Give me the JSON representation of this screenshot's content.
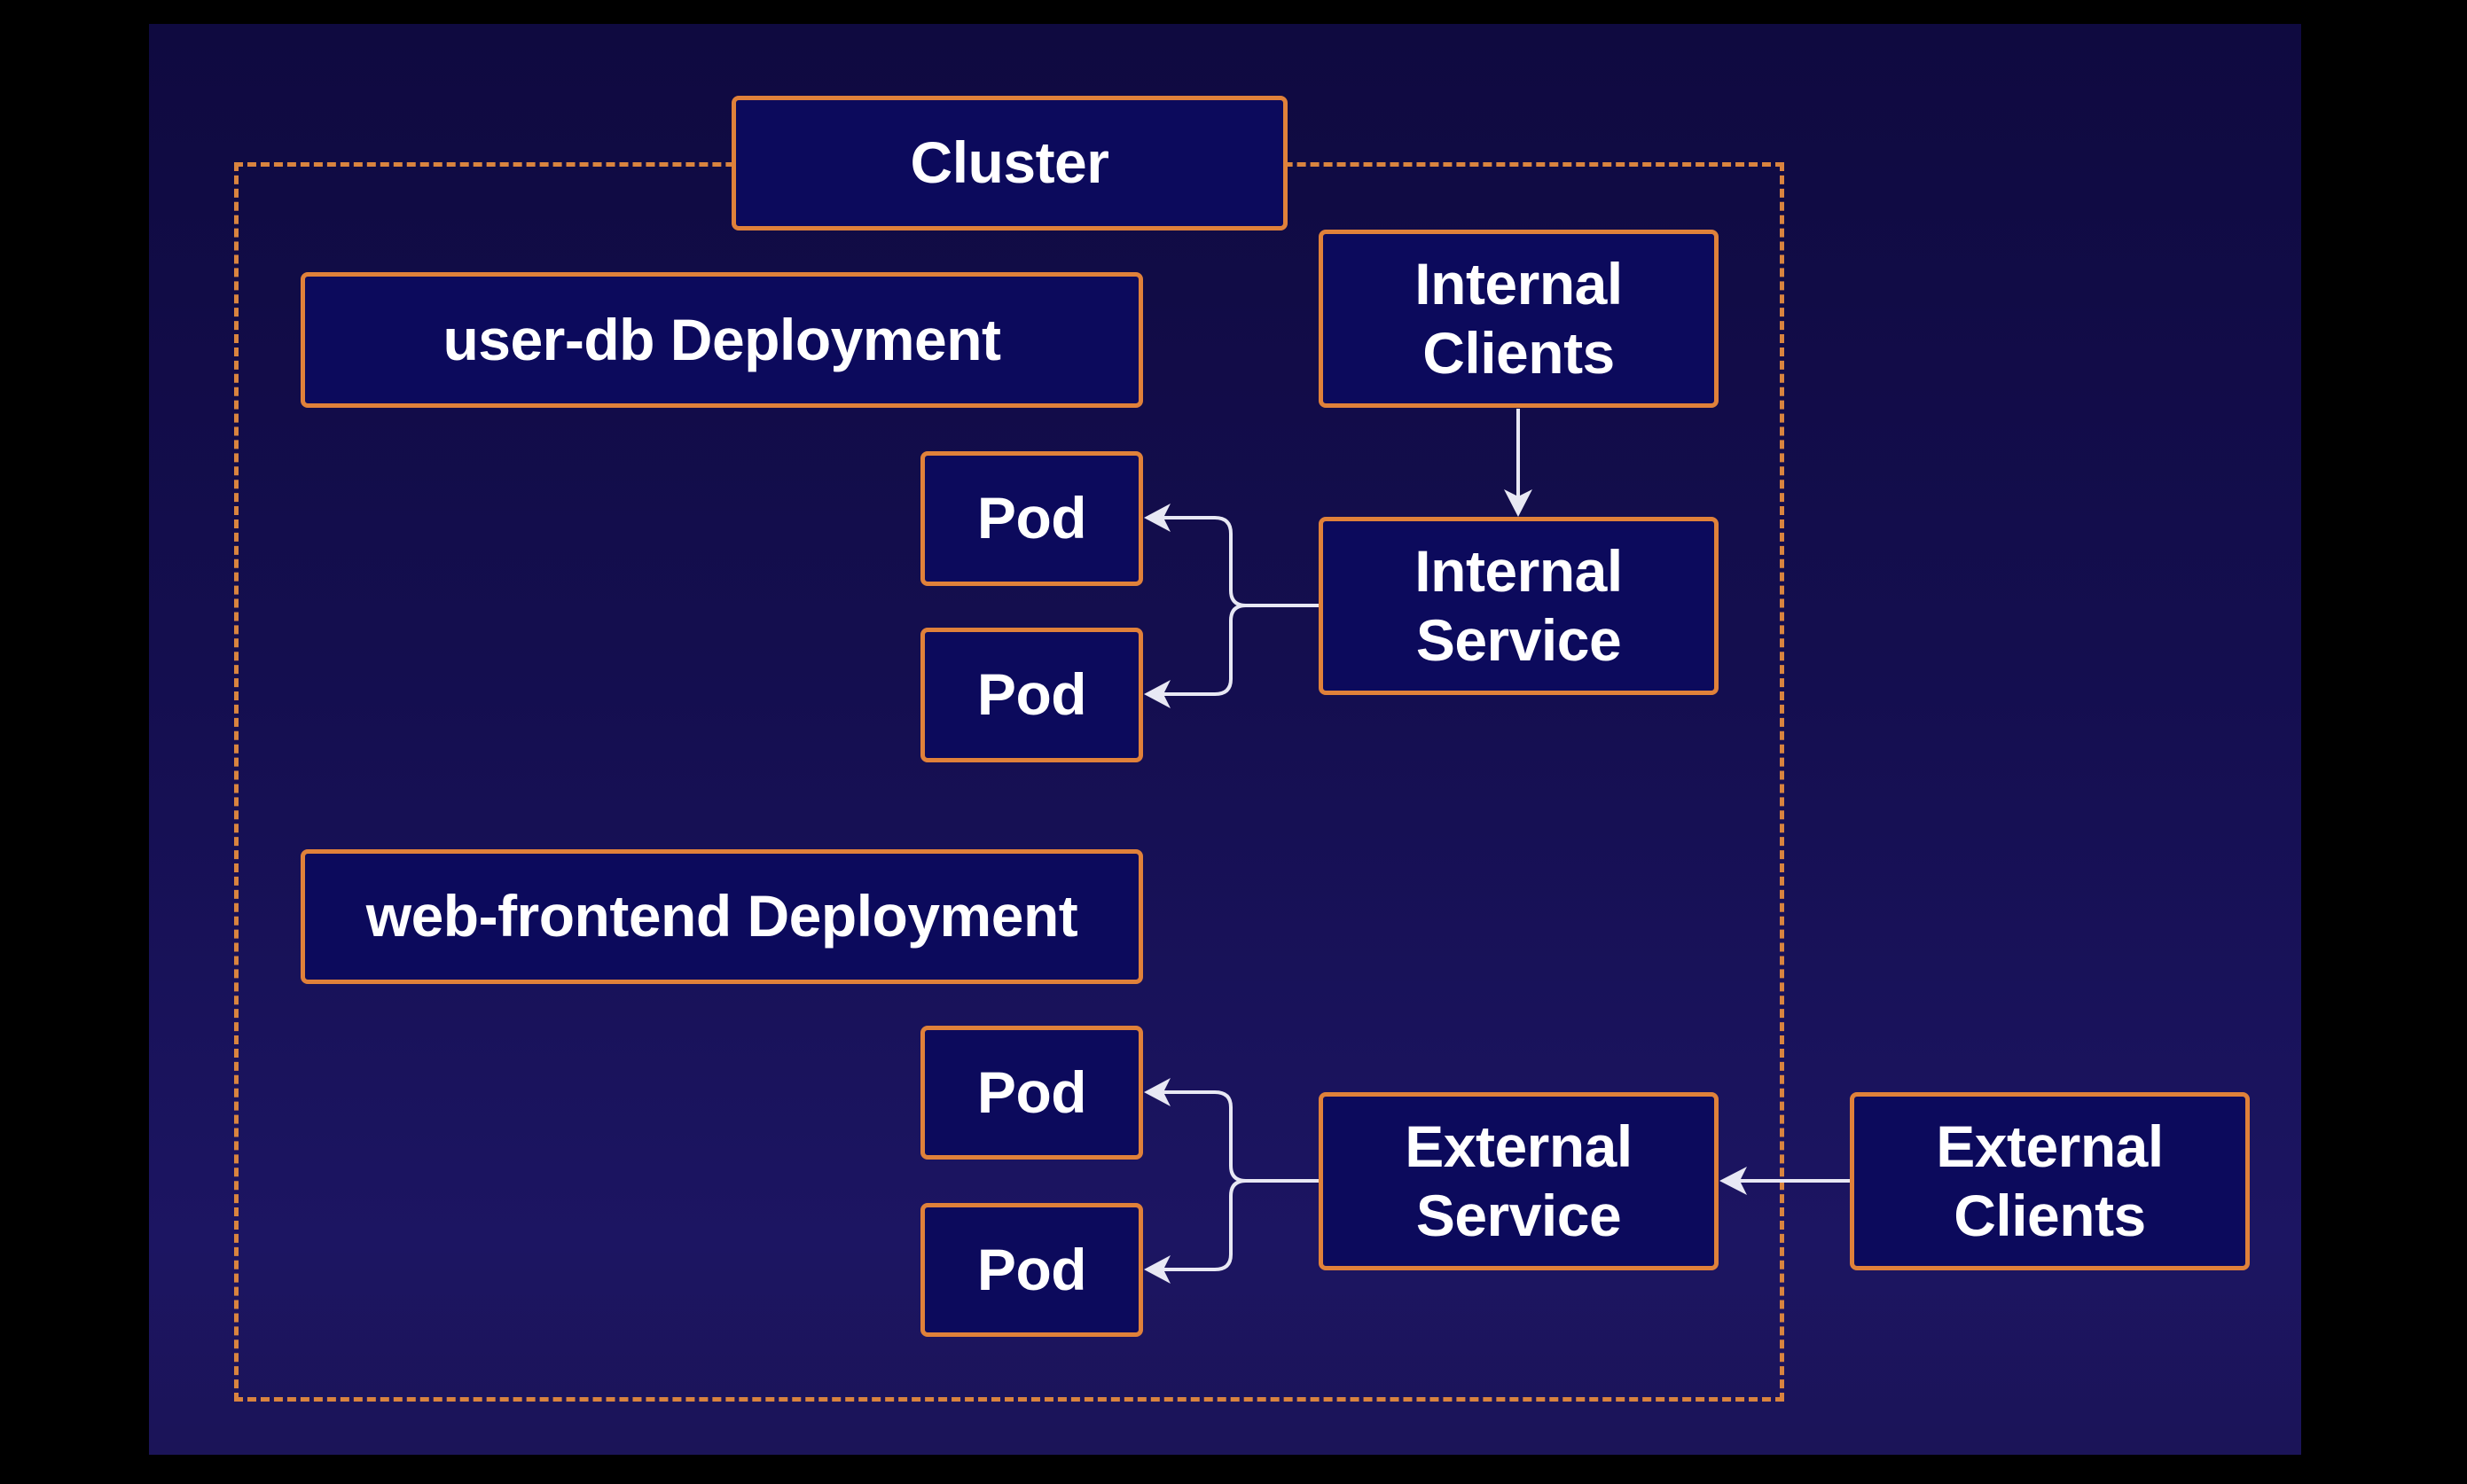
{
  "diagram": {
    "title": "Cluster",
    "nodes": {
      "cluster": {
        "label": "Cluster"
      },
      "user_db_deployment": {
        "label": "user-db Deployment"
      },
      "internal_clients": {
        "line1": "Internal",
        "line2": "Clients"
      },
      "internal_service": {
        "line1": "Internal",
        "line2": "Service"
      },
      "user_db_pod_1": {
        "label": "Pod"
      },
      "user_db_pod_2": {
        "label": "Pod"
      },
      "web_frontend_deployment": {
        "label": "web-frontend Deployment"
      },
      "web_frontend_pod_1": {
        "label": "Pod"
      },
      "web_frontend_pod_2": {
        "label": "Pod"
      },
      "external_service": {
        "line1": "External",
        "line2": "Service"
      },
      "external_clients": {
        "line1": "External",
        "line2": "Clients"
      }
    },
    "edges": [
      {
        "from": "Internal Clients",
        "to": "Internal Service"
      },
      {
        "from": "Internal Service",
        "to": "Pod (user-db 1)"
      },
      {
        "from": "Internal Service",
        "to": "Pod (user-db 2)"
      },
      {
        "from": "External Clients",
        "to": "External Service"
      },
      {
        "from": "External Service",
        "to": "Pod (web-frontend 1)"
      },
      {
        "from": "External Service",
        "to": "Pod (web-frontend 2)"
      }
    ],
    "colors": {
      "background_top": "#0f0a40",
      "background_bottom": "#1c1562",
      "box_fill": "#0c0a5c",
      "box_border": "#e0813a",
      "cluster_dashed_border": "#d9843f",
      "text": "#ffffff",
      "arrow": "#e8e8f4"
    }
  }
}
